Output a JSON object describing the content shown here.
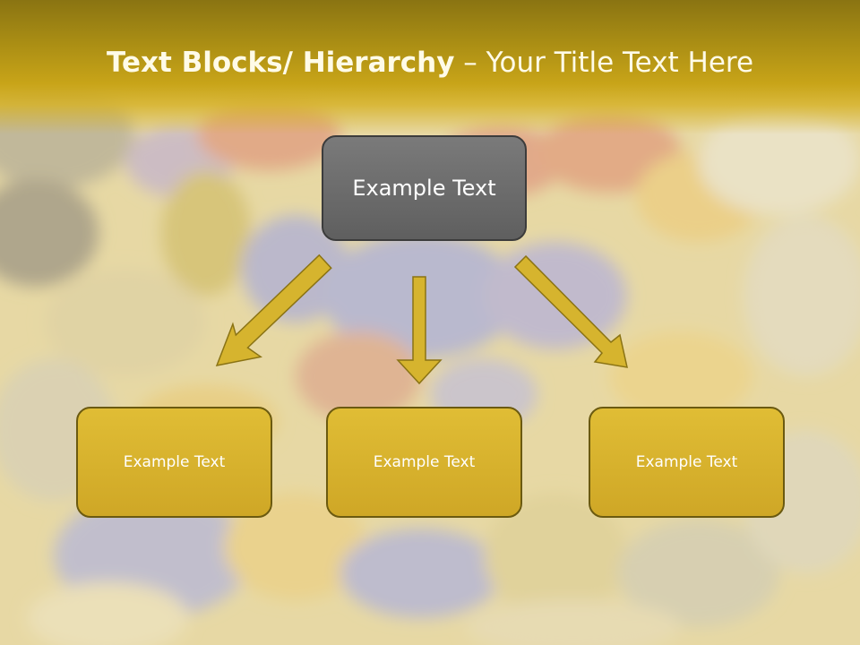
{
  "title": {
    "bold_part": "Text Blocks/ Hierarchy",
    "separator": " – ",
    "light_part": "Your Title Text Here"
  },
  "diagram": {
    "root": {
      "label": "Example Text"
    },
    "children": [
      {
        "label": "Example Text"
      },
      {
        "label": "Example Text"
      },
      {
        "label": "Example Text"
      }
    ]
  },
  "colors": {
    "title_bar": "#b39414",
    "root_box": "#6b6b6b",
    "child_box": "#d9b22e",
    "arrow": "#d4b32c"
  }
}
